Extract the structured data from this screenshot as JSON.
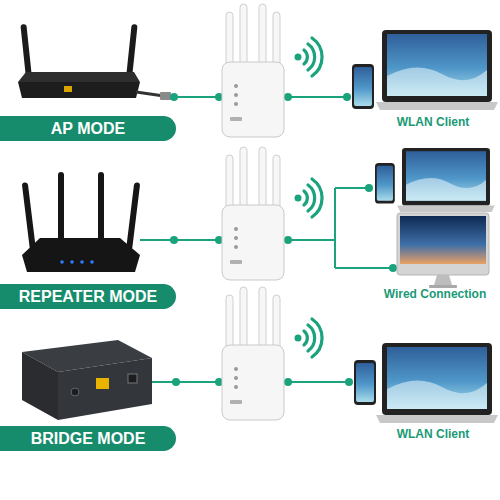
{
  "diagram": {
    "nodes": [
      {
        "text": [
          "AP MODE"
        ]
      },
      {
        "text": [
          "REPEATER MODE"
        ]
      },
      {
        "text": [
          "BRIDGE MODE"
        ]
      }
    ],
    "labels": [
      "WLAN Client",
      "Wired Connection",
      "WLAN Client"
    ]
  }
}
